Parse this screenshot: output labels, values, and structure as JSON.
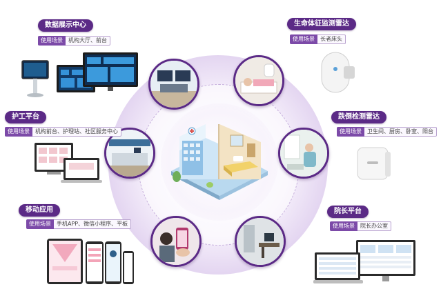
{
  "scene_tag": "使用场景",
  "sections": [
    {
      "id": "data_display",
      "title": "数据展示中心",
      "scene": "机构大厅、前台"
    },
    {
      "id": "care",
      "title": "护工平台",
      "scene": "机构前台、护理站、社区服务中心"
    },
    {
      "id": "mobile",
      "title": "移动应用",
      "scene": "手机APP、微信小程序、平板"
    },
    {
      "id": "vital_radar",
      "title": "生命体征监测雷达",
      "scene": "长者床头"
    },
    {
      "id": "fall_radar",
      "title": "跌倒检测雷达",
      "scene": "卫生间、厨房、卧室、阳台"
    },
    {
      "id": "director",
      "title": "院长平台",
      "scene": "院长办公室"
    }
  ],
  "icons": {
    "hub": "building-icon",
    "nodes": [
      "monitor-room-icon",
      "bed-elder-icon",
      "fall-care-icon",
      "office-desk-icon",
      "phone-hand-icon",
      "reception-icon"
    ]
  },
  "colors": {
    "brand": "#5b2a86",
    "accent": "#7c4aa8",
    "ring": "#cdb6e4"
  }
}
